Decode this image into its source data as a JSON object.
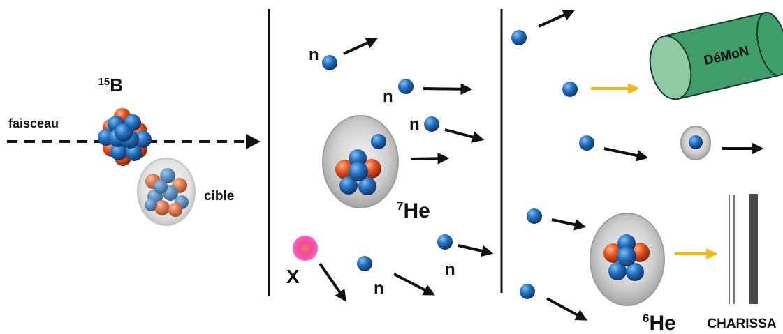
{
  "labels": {
    "beam": "faisceau",
    "projectile_mass": "15",
    "projectile_symbol": "B",
    "target": "cible",
    "neutron": "n",
    "fragment_x": "X",
    "he7_mass": "7",
    "he7_symbol": "He",
    "he6_mass": "6",
    "he6_symbol": "He",
    "demon": "DéMoN",
    "charissa": "CHARISSA"
  },
  "colors": {
    "neutron_blue": "#1e5fa8",
    "proton_red": "#d9421c",
    "nucleus_halo": "#b9b9b9",
    "demon_green": "#3f9e6a",
    "yellow_arrow": "#f2b51b",
    "fragment_pink": "#e8409a"
  }
}
